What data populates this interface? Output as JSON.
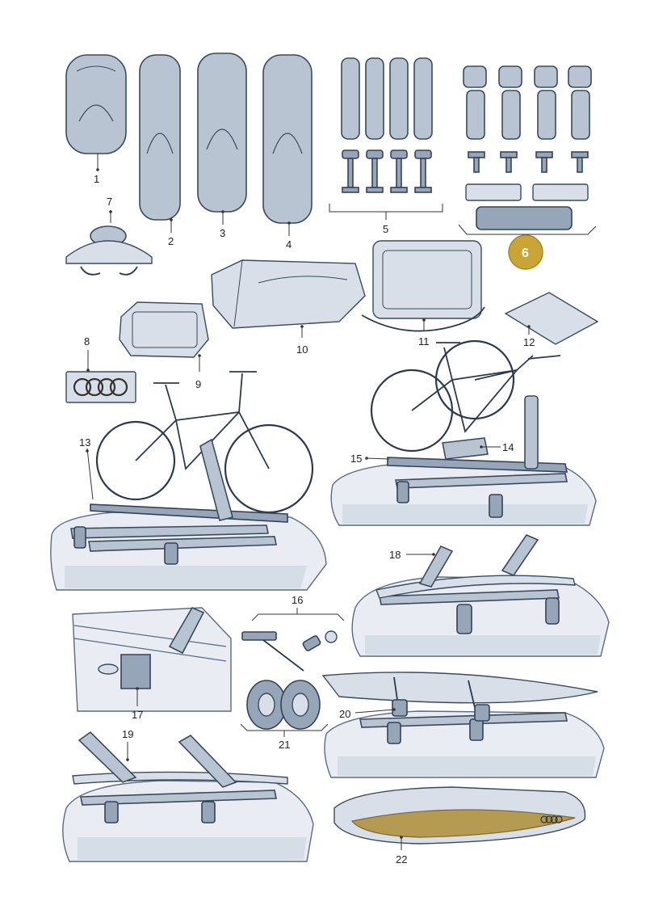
{
  "callouts": {
    "n1": "1",
    "n2": "2",
    "n3": "3",
    "n4": "4",
    "n5": "5",
    "n6": "6",
    "n7": "7",
    "n8": "8",
    "n9": "9",
    "n10": "10",
    "n11": "11",
    "n12": "12",
    "n13": "13",
    "n14": "14",
    "n15": "15",
    "n16": "16",
    "n17": "17",
    "n18": "18",
    "n19": "19",
    "n20": "20",
    "n21": "21",
    "n22": "22"
  },
  "colors": {
    "highlight_badge": "#c9a437",
    "highlight_fill": "#b59a52",
    "part_blue": "#b9c4d3",
    "outline": "#3a4a5e"
  },
  "icons": {
    "brand_logo": "four-rings-logo"
  }
}
